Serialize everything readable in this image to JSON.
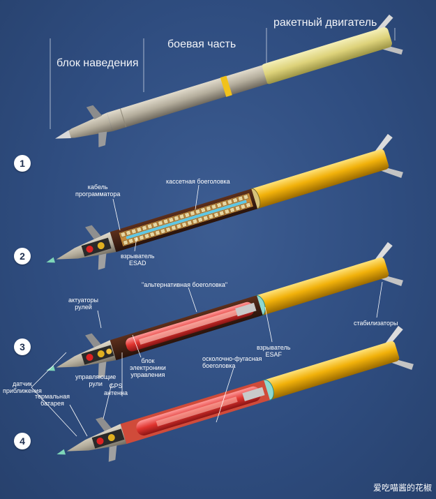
{
  "header": {
    "guidance": "блок наведения",
    "warhead": "боевая часть",
    "motor": "ракетный двигатель"
  },
  "numbers": [
    "1",
    "2",
    "3",
    "4"
  ],
  "labels": {
    "cable": "кабель\nпрограмматора",
    "cluster": "кассетная боеголовка",
    "fuze_esad": "взрыватель\nESAD",
    "alt_warhead": "\"альтернативная боеголовка\"",
    "actuators": "актуаторы\nрулей",
    "stabilizers": "стабилизаторы",
    "fuze_esaf": "взрыватель\nESAF",
    "frag_he": "осколочно-фугасная\nбоеголовка",
    "control_unit": "блок\nэлектроники\nуправления",
    "proximity": "датчик\nприближения",
    "control_fins": "управляющие\nрули",
    "gps": "GPS\nантенна",
    "battery": "термальная\nбатарея"
  },
  "watermark": "爱吃喵酱的花椒",
  "colors": {
    "background": "#2f4d80",
    "motor_yellow": "#e3d98a",
    "body_gray": "#b9b3a3",
    "gold": "#f2b705",
    "band": "#f1c21b"
  }
}
